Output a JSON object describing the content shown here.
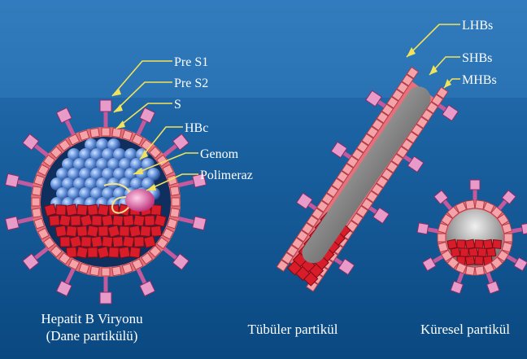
{
  "labels": {
    "pre_s1": "Pre S1",
    "pre_s2": "Pre S2",
    "s": "S",
    "hbc": "HBc",
    "genom": "Genom",
    "polimeraz": "Polimeraz",
    "lhbs": "LHBs",
    "shbs": "SHBs",
    "mhbs": "MHBs"
  },
  "captions": {
    "virion_line1": "Hepatit B Viryonu",
    "virion_line2": "(Dane partikülü)",
    "tubular": "Tübüler partikül",
    "spherical": "Küresel partikül"
  },
  "colors": {
    "background_top": "#2a6fb0",
    "background_bottom": "#0b4b83",
    "membrane": "#e8707a",
    "surface_protein": "#e89ac8",
    "core_red": "#d81c2a",
    "core_sphere": "#5b8fd8",
    "arrow_yellow": "#f3e35a"
  }
}
